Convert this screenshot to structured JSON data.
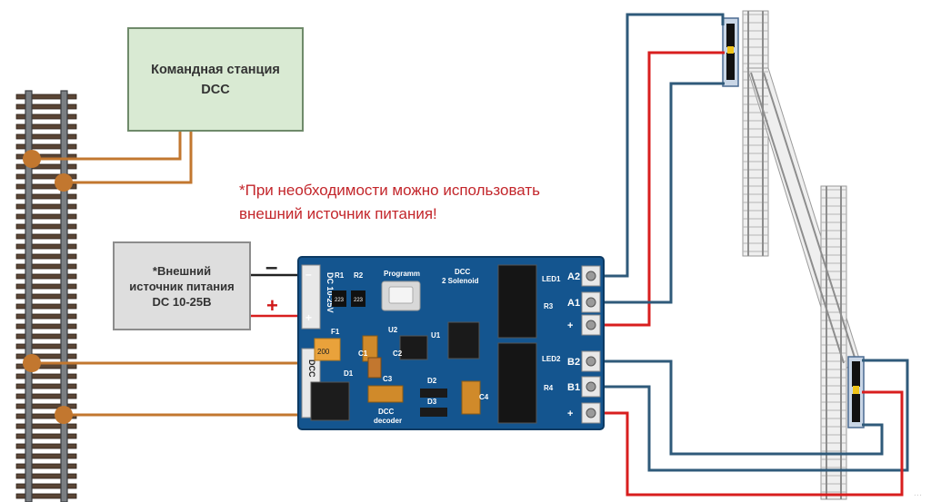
{
  "dcc_station": {
    "line1": "Командная станция",
    "line2": "DCC"
  },
  "ext_power": {
    "line1": "*Внешний",
    "line2": "источник питания",
    "line3": "DC 10-25В"
  },
  "note": {
    "line1": "*При необходимости можно использовать",
    "line2": "внешний источник питания!"
  },
  "polarity": {
    "minus": "–",
    "plus": "+"
  },
  "board": {
    "power_label": "DC 10-25V",
    "power_pins": [
      "–",
      "+"
    ],
    "dcc_pin": "DCC",
    "programm_label": "Programm",
    "title_line1": "DCC",
    "title_line2": "2 Solenoid",
    "decoder_line1": "DCC",
    "decoder_line2": "decoder",
    "components": [
      "R1",
      "R2",
      "F1",
      "U2",
      "U1",
      "C1",
      "C2",
      "C3",
      "C4",
      "D1",
      "D2",
      "D3",
      "R3",
      "R4",
      "LED1",
      "LED2"
    ],
    "resistor_code": "223",
    "fuse_code": "200",
    "outputs": [
      "A2",
      "A1",
      "+",
      "B2",
      "B1",
      "+"
    ]
  },
  "watermark": "...",
  "colors": {
    "wire_blue": "#2f5a7a",
    "wire_red": "#d81e1e",
    "wire_orange": "#c2772f",
    "board": "#14558f",
    "dcc_box": "#d9ead3",
    "ext_box": "#dedede",
    "note": "#c3262b"
  }
}
